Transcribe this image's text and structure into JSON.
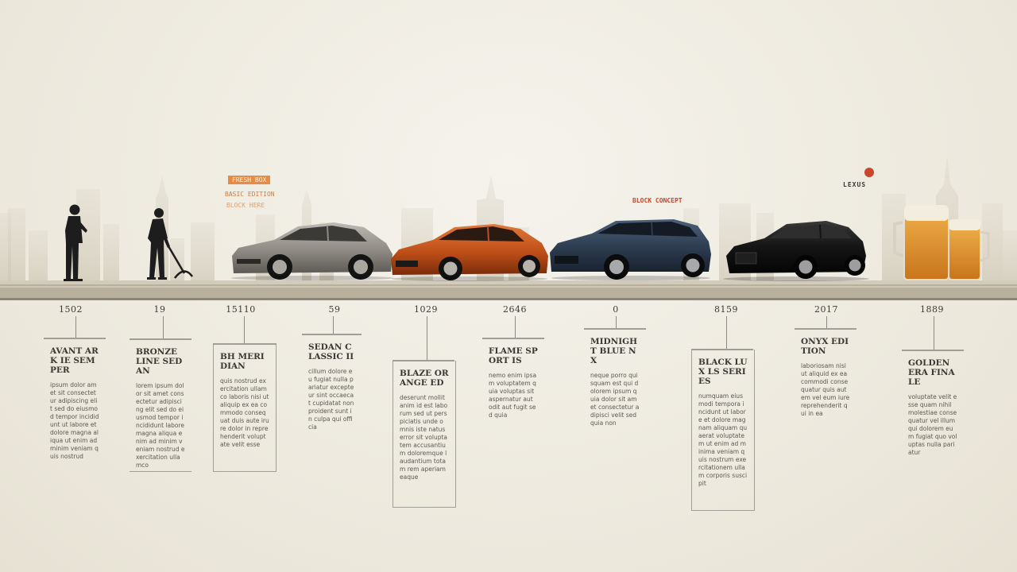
{
  "timeline": {
    "years": [
      "1502",
      "19",
      "15110",
      "59",
      "1029",
      "2646",
      "0",
      "8159",
      "2017",
      "1889"
    ]
  },
  "labels": {
    "tag_orange_1": "FRESH BOX",
    "tag_orange_2": "BASIC EDITION",
    "tag_orange_3": "BLOCK HERE",
    "tag_red": "BLOCK CONCEPT",
    "logo_text": "LEXUS"
  },
  "cards": [
    {
      "title": "AVANT ARK IE SEMPER",
      "body": "ipsum dolor amet sit consectetur adipiscing elit sed do eiusmod tempor incididunt ut labore et dolore magna aliqua ut enim ad minim veniam quis nostrud"
    },
    {
      "title": "BRONZE LINE SEDAN",
      "body": "lorem ipsum dolor sit amet consectetur adipiscing elit sed do eiusmod tempor incididunt labore magna aliqua enim ad minim veniam nostrud exercitation ullamco"
    },
    {
      "title": "BH MERIDIAN",
      "body": "quis nostrud exercitation ullamco laboris nisi ut aliquip ex ea commodo consequat duis aute irure dolor in reprehenderit voluptate velit esse"
    },
    {
      "title": "SEDAN CLASSIC II",
      "body": "cillum dolore eu fugiat nulla pariatur excepteur sint occaecat cupidatat non proident sunt in culpa qui officia"
    },
    {
      "title": "BLAZE ORANGE ED",
      "body": "deserunt mollit anim id est laborum sed ut perspiciatis unde omnis iste natus error sit voluptatem accusantium doloremque laudantium totam rem aperiam eaque"
    },
    {
      "title": "FLAME SPORT IS",
      "body": "nemo enim ipsam voluptatem quia voluptas sit aspernatur aut odit aut fugit sed quia"
    },
    {
      "title": "MIDNIGHT BLUE NX",
      "body": "neque porro quisquam est qui dolorem ipsum quia dolor sit amet consectetur adipisci velit sed quia non"
    },
    {
      "title": "BLACK LUX LS SERIES",
      "body": "numquam eius modi tempora incidunt ut labore et dolore magnam aliquam quaerat voluptatem ut enim ad minima veniam quis nostrum exercitationem ullam corporis suscipit"
    },
    {
      "title": "ONYX EDITION",
      "body": "laboriosam nisi ut aliquid ex ea commodi consequatur quis autem vel eum iure reprehenderit qui in ea"
    },
    {
      "title": "GOLDEN ERA FINALE",
      "body": "voluptate velit esse quam nihil molestiae consequatur vel illum qui dolorem eum fugiat quo voluptas nulla pariatur"
    }
  ],
  "colors": {
    "background": "#efece3",
    "skyline": "#cdc7b8",
    "track": "#b6ad9b",
    "car_silver": "#9a968e",
    "car_orange": "#c4541c",
    "car_blue": "#2f3e52",
    "car_black": "#161616",
    "beer": "#d98a2a",
    "accent_orange": "#e88b45",
    "accent_red": "#c9472e"
  }
}
